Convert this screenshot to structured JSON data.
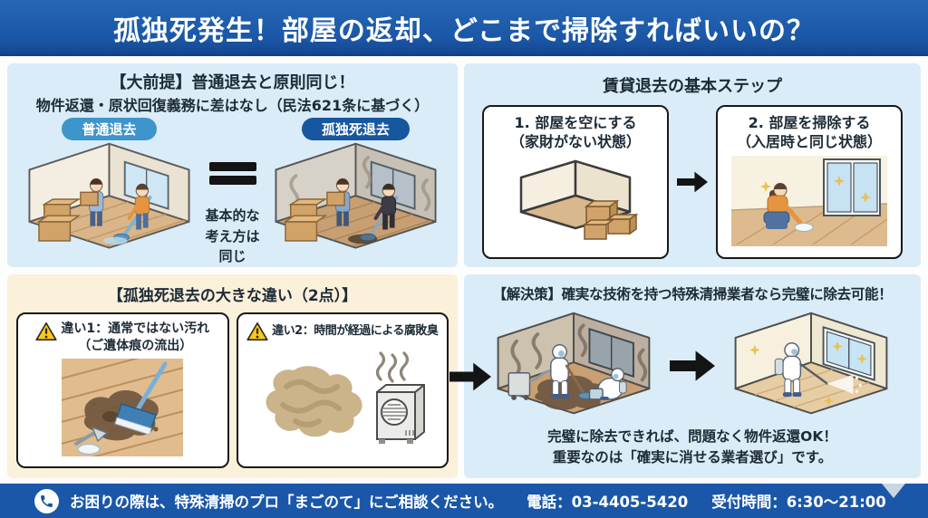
{
  "header": {
    "title": "孤独死発生！部屋の返却、どこまで掃除すればいいの？"
  },
  "premise": {
    "heading1": "【大前提】普通退去と原則同じ！",
    "heading2": "物件返還・原状回復義務に差はなし（民法621条に基づく）",
    "pill_normal": "普通退去",
    "pill_lonely": "孤独死退去",
    "equals_caption1": "基本的な",
    "equals_caption2": "考え方は同じ"
  },
  "steps": {
    "heading": "賃貸退去の基本ステップ",
    "step1_title": "1. 部屋を空にする",
    "step1_sub": "（家財がない状態）",
    "step2_title": "2. 部屋を掃除する",
    "step2_sub": "（入居時と同じ状態）"
  },
  "differences": {
    "heading": "【孤独死退去の大きな違い（2点）】",
    "diff1_title": "違い1：通常ではない汚れ",
    "diff1_sub": "（ご遺体痕の流出）",
    "diff2_title": "違い2：時間が経過による腐敗臭"
  },
  "solution": {
    "heading": "【解決策】確実な技術を持つ特殊清掃業者なら完璧に除去可能！",
    "note1": "完璧に除去できれば、問題なく物件返還OK！",
    "note2": "重要なのは「確実に消せる業者選び」です。"
  },
  "footer": {
    "message": "お困りの際は、特殊清掃のプロ「まごのて」にご相談ください。",
    "phone": "電話：03-4405-5420",
    "hours": "受付時間：6:30〜21:00"
  },
  "colors": {
    "header_bg": "#1a57a8",
    "panel_blue": "#d9ecf8",
    "panel_cream": "#fbf0da",
    "pill_normal": "#3e95cb",
    "pill_lonely": "#16579f",
    "warning_yellow": "#f9c81a",
    "arrow_black": "#141414"
  }
}
